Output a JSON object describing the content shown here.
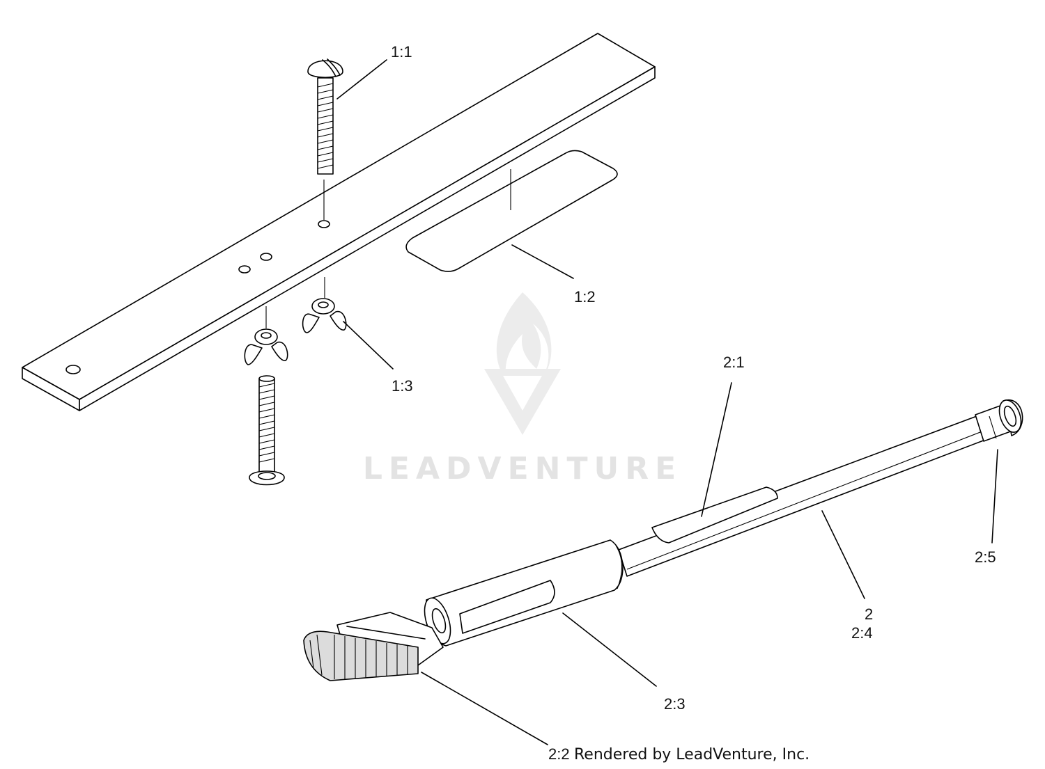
{
  "callouts": {
    "c1_1": "1:1",
    "c1_2": "1:2",
    "c1_3": "1:3",
    "c2_1": "2:1",
    "c2_5": "2:5",
    "c2": "2",
    "c2_4": "2:4",
    "c2_3": "2:3",
    "c2_2": "2:2"
  },
  "credit": "Rendered by LeadVenture, Inc.",
  "watermark": {
    "text": "LEADVENTURE",
    "color": "#e3e3e3"
  },
  "line_color": "#000000"
}
